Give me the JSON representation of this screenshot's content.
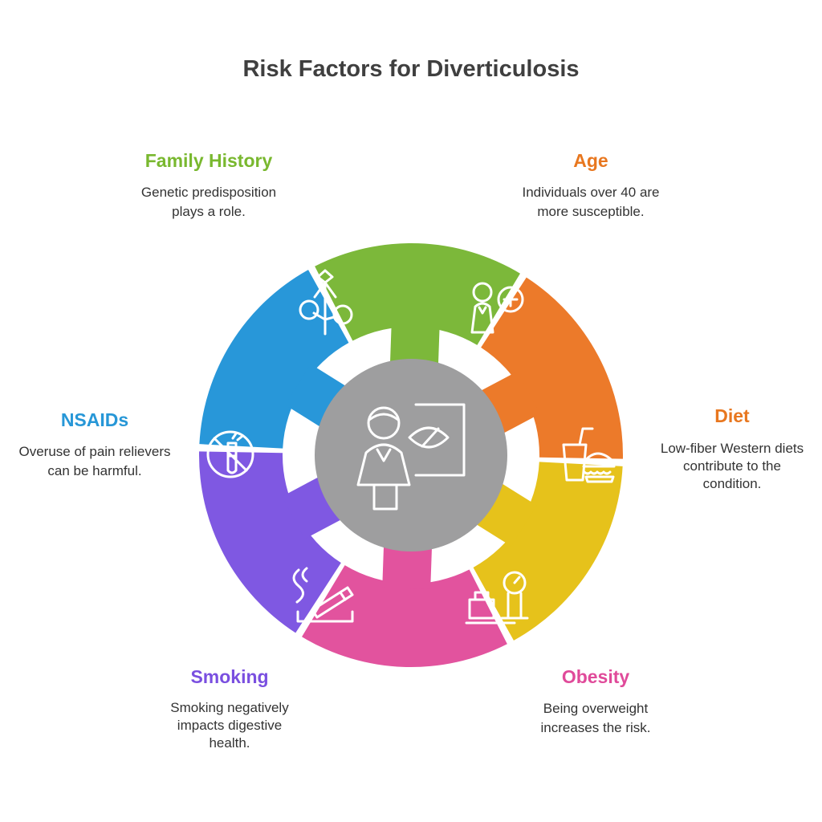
{
  "title": "Risk Factors for Diverticulosis",
  "center": {
    "icon": "doctor-presentation-icon",
    "color": "#9e9e9f"
  },
  "factors": [
    {
      "key": "family-history",
      "name": "Family History",
      "description": [
        "Genetic predisposition",
        "plays a role."
      ],
      "color": "#7cb83a",
      "label_color": "#79b82f",
      "icon": "family-tree-icon"
    },
    {
      "key": "age",
      "name": "Age",
      "description": [
        "Individuals over 40 are",
        "more susceptible."
      ],
      "color": "#ec7a2a",
      "label_color": "#e8771f",
      "icon": "elderly-person-plus-icon"
    },
    {
      "key": "diet",
      "name": "Diet",
      "description": [
        "Low-fiber Western diets",
        "contribute to the",
        "condition."
      ],
      "color": "#e6c21b",
      "label_color": "#e8771f",
      "icon": "fast-food-icon"
    },
    {
      "key": "obesity",
      "name": "Obesity",
      "description": [
        "Being overweight",
        "increases the risk."
      ],
      "color": "#e2539e",
      "label_color": "#e04a9a",
      "icon": "weight-scale-icon"
    },
    {
      "key": "smoking",
      "name": "Smoking",
      "description": [
        "Smoking negatively",
        "impacts digestive",
        "health."
      ],
      "color": "#7f58e2",
      "label_color": "#7a4fe0",
      "icon": "cigarette-icon"
    },
    {
      "key": "nsaids",
      "name": "NSAIDs",
      "description": [
        "Overuse of pain relievers",
        "can be harmful."
      ],
      "color": "#2897d9",
      "label_color": "#2797d7",
      "icon": "no-pills-icon"
    }
  ]
}
